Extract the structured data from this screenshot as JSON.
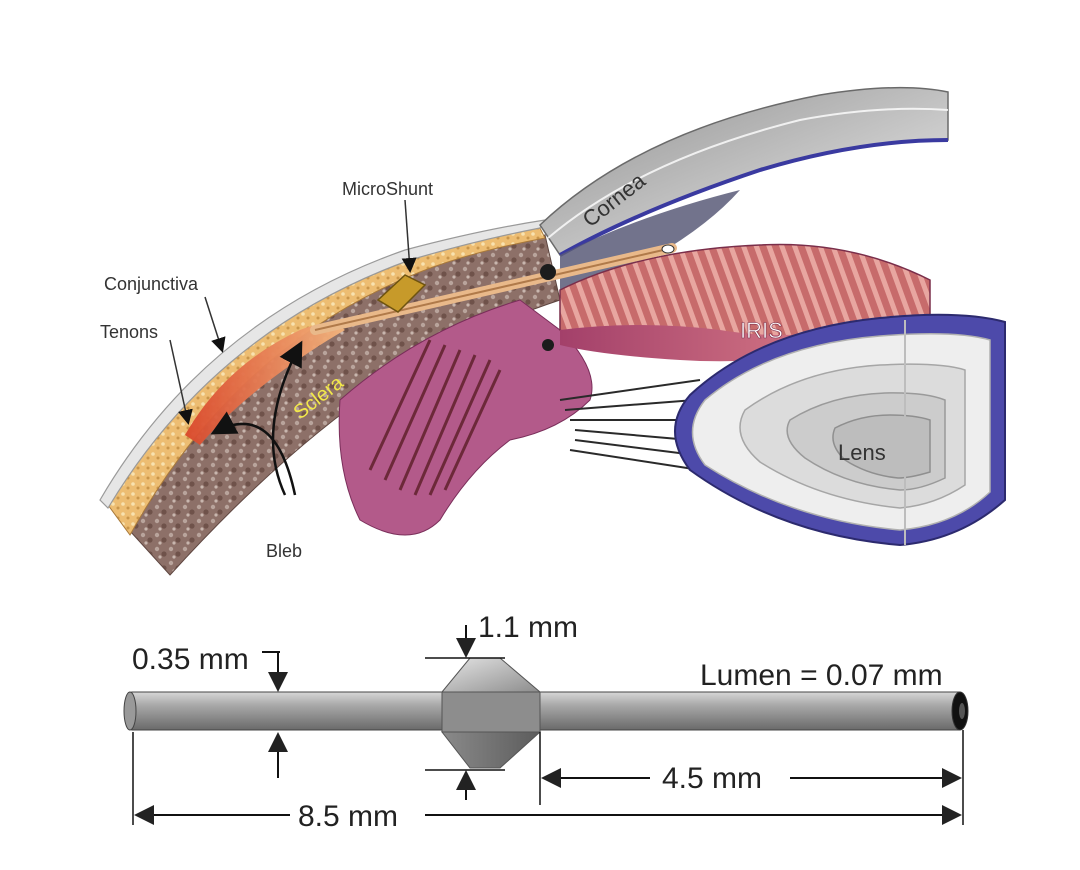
{
  "anatomy": {
    "labels": {
      "microshunt": "MicroShunt",
      "conjunctiva": "Conjunctiva",
      "tenons": "Tenons",
      "cornea": "Cornea",
      "iris": "IRIS",
      "sclera": "Sclera",
      "lens": "Lens",
      "bleb": "Bleb"
    }
  },
  "device": {
    "dimensions": {
      "diameter": "0.35 mm",
      "fin_width": "1.1 mm",
      "lumen": "Lumen = 0.07 mm",
      "distal_length": "4.5 mm",
      "total_length": "8.5 mm"
    }
  },
  "colors": {
    "conjunctiva": "#d8d8d8",
    "tenons": "#e9b86a",
    "sclera": "#8a6d66",
    "iris": "#b3506e",
    "lens_rim": "#5a58b8",
    "shunt": "#9a9a9a"
  }
}
